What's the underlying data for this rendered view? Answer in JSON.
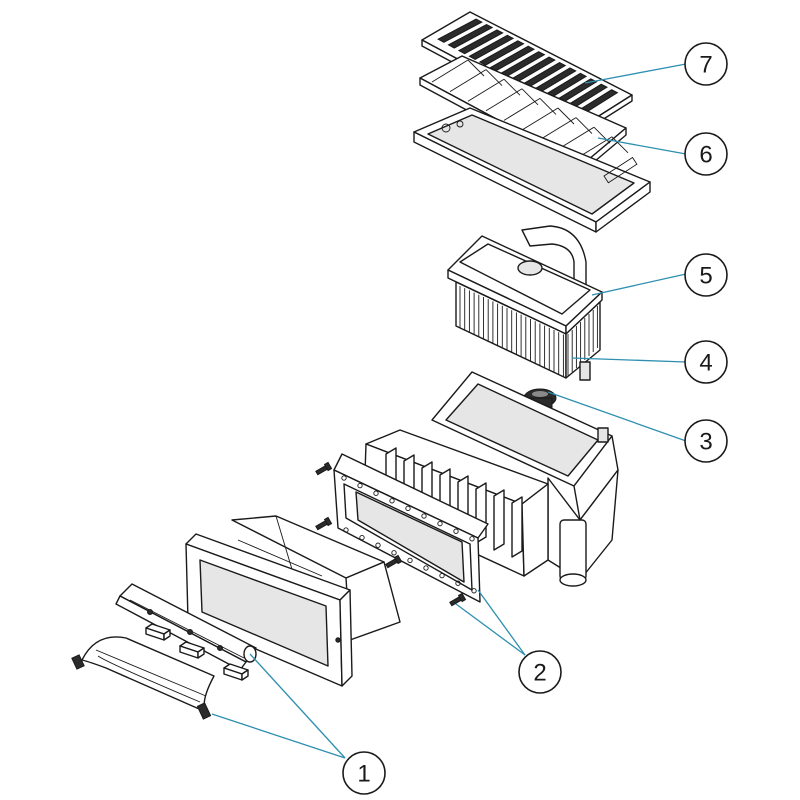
{
  "callouts": [
    {
      "id": "1",
      "label": "1"
    },
    {
      "id": "2",
      "label": "2"
    },
    {
      "id": "3",
      "label": "3"
    },
    {
      "id": "4",
      "label": "4"
    },
    {
      "id": "5",
      "label": "5"
    },
    {
      "id": "6",
      "label": "6"
    },
    {
      "id": "7",
      "label": "7"
    }
  ],
  "colors": {
    "leader": "#2e8fb0",
    "outline": "#1a1a1a",
    "shade": "#e6e6e6"
  }
}
